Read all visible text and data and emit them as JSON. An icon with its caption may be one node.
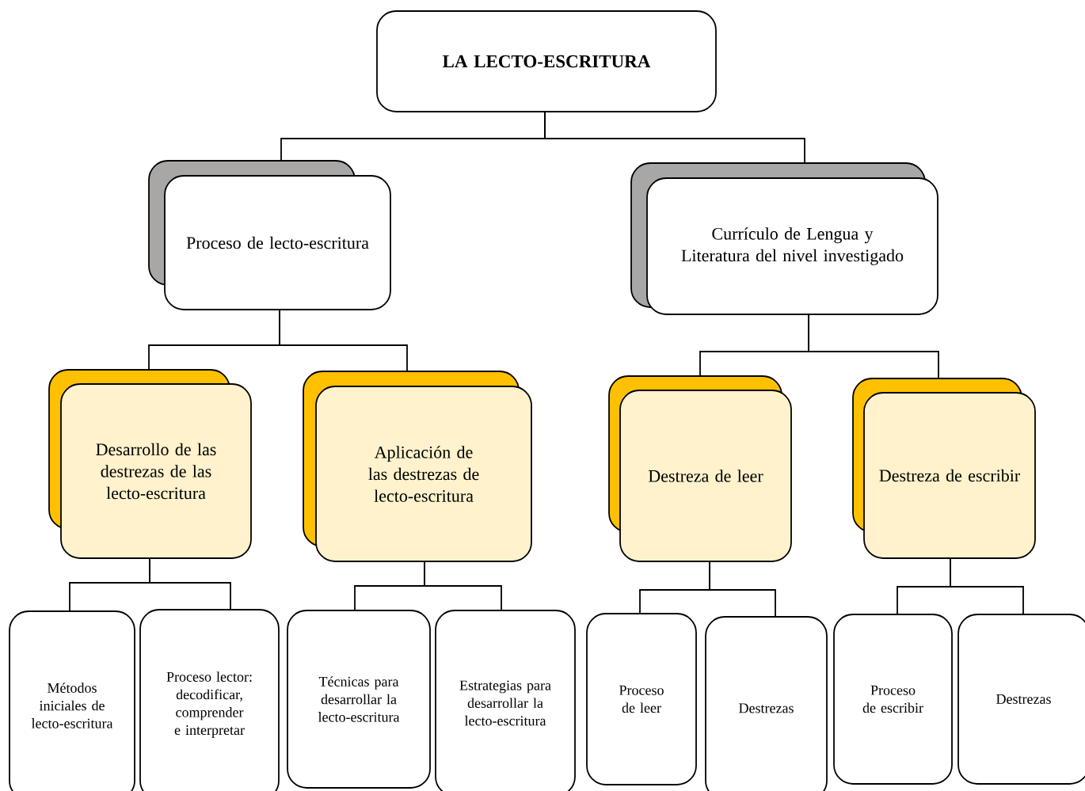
{
  "diagram": {
    "nodes": [
      {
        "text": [
          "LA LECTO-ESCRITURA"
        ]
      },
      {
        "text": [
          "Proceso de lecto-escritura"
        ]
      },
      {
        "text": [
          "Currículo de Lengua y Literatura del nivel investigado"
        ]
      },
      {
        "text": [
          "Desarrollo de las destrezas de las lecto-escritura"
        ]
      },
      {
        "text": [
          "Aplicación de las destrezas de lecto-escritura"
        ]
      },
      {
        "text": [
          "Destreza de leer"
        ]
      },
      {
        "text": [
          "Destreza de escribir"
        ]
      },
      {
        "text": [
          "Métodos iniciales de lecto-escritura"
        ]
      },
      {
        "text": [
          "Proceso lector: decodificar, comprender e interpretar"
        ]
      },
      {
        "text": [
          "Técnicas para desarrollar la lecto-escritura"
        ]
      },
      {
        "text": [
          "Estrategias para desarrollar la lecto-escritura"
        ]
      },
      {
        "text": [
          "Proceso de leer"
        ]
      },
      {
        "text": [
          "Destrezas"
        ]
      },
      {
        "text": [
          "Proceso de escribir"
        ]
      },
      {
        "text": [
          "Destrezas"
        ]
      }
    ],
    "edges": [
      {
        "from": 0,
        "to": 1,
        "arrow": "none"
      },
      {
        "from": 0,
        "to": 2,
        "arrow": "none"
      },
      {
        "from": 1,
        "to": 3,
        "arrow": "none"
      },
      {
        "from": 1,
        "to": 4,
        "arrow": "none"
      },
      {
        "from": 2,
        "to": 5,
        "arrow": "none"
      },
      {
        "from": 2,
        "to": 6,
        "arrow": "none"
      },
      {
        "from": 3,
        "to": 7,
        "arrow": "none"
      },
      {
        "from": 3,
        "to": 8,
        "arrow": "none"
      },
      {
        "from": 4,
        "to": 9,
        "arrow": "none"
      },
      {
        "from": 4,
        "to": 10,
        "arrow": "none"
      },
      {
        "from": 5,
        "to": 11,
        "arrow": "none"
      },
      {
        "from": 5,
        "to": 12,
        "arrow": "none"
      },
      {
        "from": 6,
        "to": 13,
        "arrow": "none"
      },
      {
        "from": 6,
        "to": 14,
        "arrow": "none"
      }
    ]
  }
}
